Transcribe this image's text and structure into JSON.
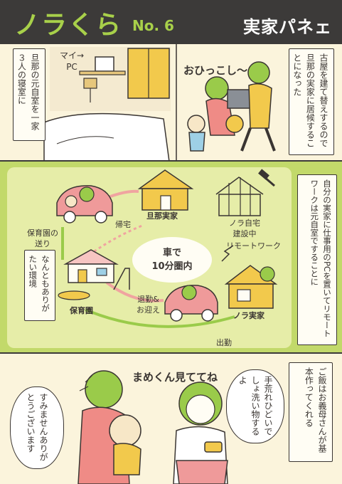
{
  "header": {
    "brand": "ノラくら",
    "issue": "No. 6",
    "title": "実家パネェ"
  },
  "panel1": {
    "caption_left": "旦那の元自室を一家３人の寝室に",
    "note_pc": "マイ→ PC",
    "sfx": "おひっこし〜",
    "caption_right": "古屋を建て替えするので旦那の実家に居候することになった"
  },
  "panel2": {
    "caption_right": "自分の実家に仕事用のPCを置いてリモートワークは元自室ですることに",
    "caption_left": "なんともありがたい環境",
    "center_line1": "車で",
    "center_line2": "10分圏内",
    "labels": {
      "husband_home": "旦那実家",
      "own_home": "ノラ自宅\n建設中",
      "nursery": "保育園",
      "nora_home": "ノラ実家",
      "remote": "リモートワーク",
      "return_home": "帰宅",
      "dropoff": "保育園の\n送り",
      "commute_pickup": "退勤&\nお迎え",
      "commute": "出勤"
    }
  },
  "panel3": {
    "sfx": "まめくん見ててね",
    "bubble_sorry": "すみませんありがとうございます",
    "bubble_wash": "手荒れひどいでしょ洗い物するよ",
    "caption_right": "ご飯はお義母さんが基本作ってくれる"
  },
  "colors": {
    "header_bg": "#3c3a39",
    "accent_green": "#a8d04a",
    "panel_green": "#c2d96a",
    "paper": "#fbf4dc",
    "car_pink": "#ef9a9a",
    "house_yellow": "#f2c94c"
  }
}
